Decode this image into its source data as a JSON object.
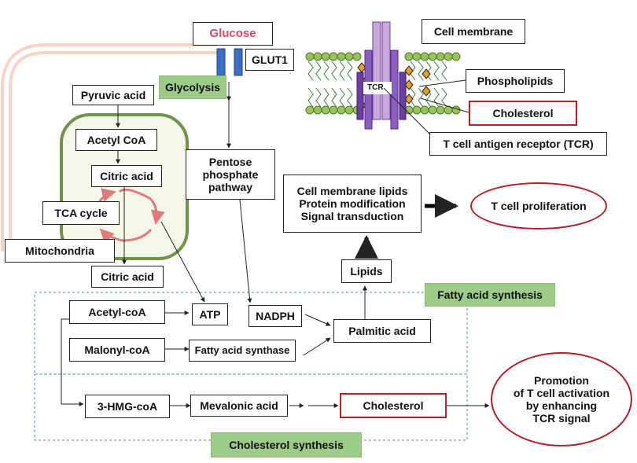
{
  "nodes": {
    "glucose": "Glucose",
    "glut1": "GLUT1",
    "glycolysis": "Glycolysis",
    "pyruvic_acid": "Pyruvic acid",
    "acetyl_coa": "Acetyl CoA",
    "citric_acid_1": "Citric acid",
    "tca_cycle": "TCA cycle",
    "mitochondria": "Mitochondria",
    "citric_acid_2": "Citric acid",
    "pentose_phosphate": "Pentose\nphosphate\npathway",
    "cell_membrane": "Cell membrane",
    "phospholipids": "Phospholipids",
    "cholesterol_membrane": "Cholesterol",
    "tcr_label": "TCR",
    "tcr_full": "T cell antigen receptor (TCR)",
    "membrane_functions": "Cell membrane lipids\nProtein modification\nSignal transduction",
    "t_cell_proliferation": "T cell proliferation",
    "lipids": "Lipids",
    "fatty_acid_synthesis": "Fatty acid synthesis",
    "acetyl_coa_2": "Acetyl-coA",
    "atp": "ATP",
    "nadph": "NADPH",
    "palmitic_acid": "Palmitic acid",
    "malonyl_coa": "Malonyl-coA",
    "fatty_acid_synthase": "Fatty acid synthase",
    "hmg_coa": "3-HMG-coA",
    "mevalonic_acid": "Mevalonic acid",
    "cholesterol_product": "Cholesterol",
    "promotion": "Promotion\nof T cell activation\nby enhancing\nTCR signal",
    "cholesterol_synthesis": "Cholesterol synthesis"
  },
  "colors": {
    "outline": "#222222",
    "accent_red": "#b41e23",
    "glucose_text": "#d94a62",
    "label_green": "#9dcb8a",
    "mito_fill": "#f3f7e8",
    "mito_border": "#6f9448",
    "cell_outline": "#f3c2aa",
    "glut1_blue": "#3a6fc4",
    "tca_arrow": "#e07a7a",
    "dashed_blue": "#5a86b8",
    "tcr_purple": "#6a3fa0",
    "tcr_light": "#c8a8d8",
    "phospholipid_green": "#9bc25a",
    "cholesterol_orange": "#e8a020"
  }
}
